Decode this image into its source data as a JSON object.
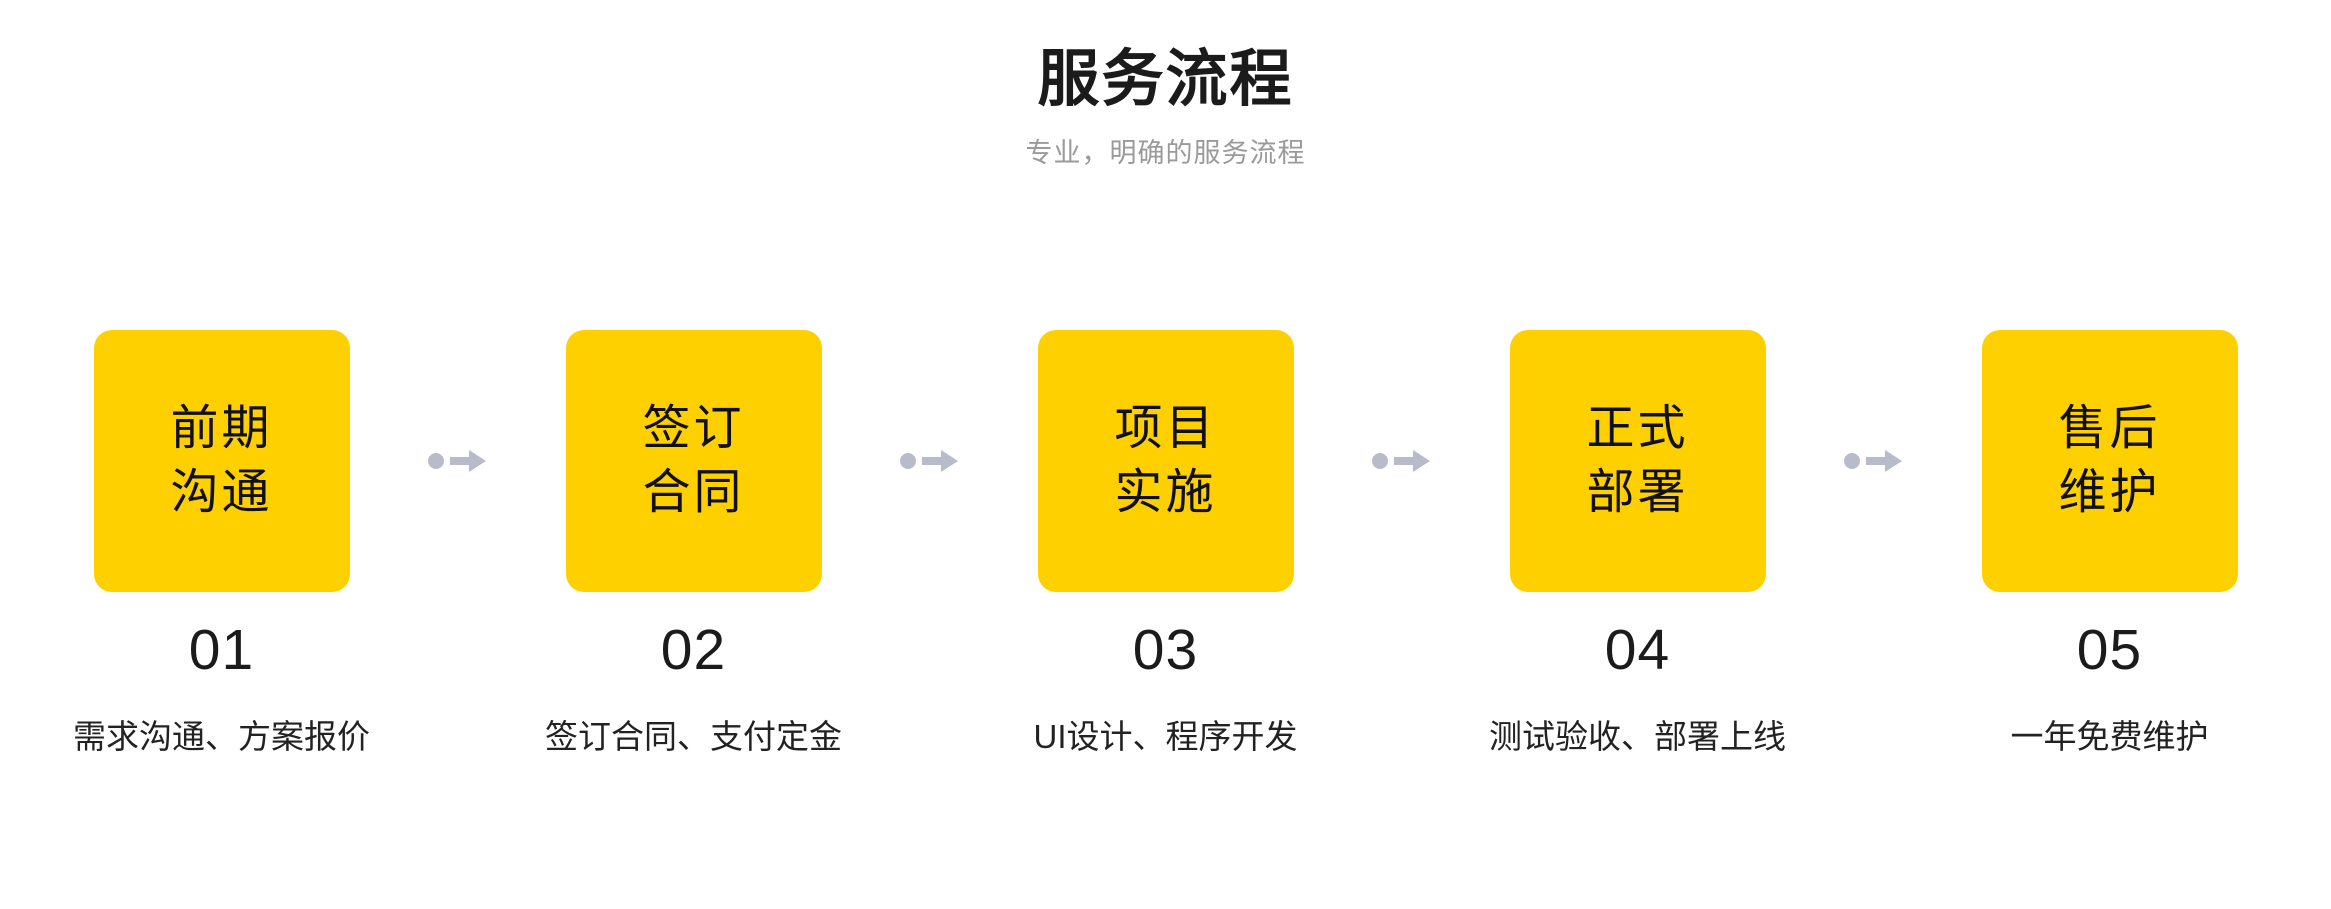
{
  "header": {
    "title": "服务流程",
    "subtitle": "专业，明确的服务流程"
  },
  "colors": {
    "card_yellow": "#FFD000",
    "arrow_gray": "#B8BCCA",
    "title_black": "#1b1b1b",
    "subtitle_gray": "#9a9a9a",
    "background": "#ffffff"
  },
  "connector": {
    "icon": "arrow-right-icon",
    "count": 4
  },
  "steps": [
    {
      "card_line1": "前期",
      "card_line2": "沟通",
      "number": "01",
      "description": "需求沟通、方案报价"
    },
    {
      "card_line1": "签订",
      "card_line2": "合同",
      "number": "02",
      "description": "签订合同、支付定金"
    },
    {
      "card_line1": "项目",
      "card_line2": "实施",
      "number": "03",
      "description": "UI设计、程序开发"
    },
    {
      "card_line1": "正式",
      "card_line2": "部署",
      "number": "04",
      "description": "测试验收、部署上线"
    },
    {
      "card_line1": "售后",
      "card_line2": "维护",
      "number": "05",
      "description": "一年免费维护"
    }
  ]
}
